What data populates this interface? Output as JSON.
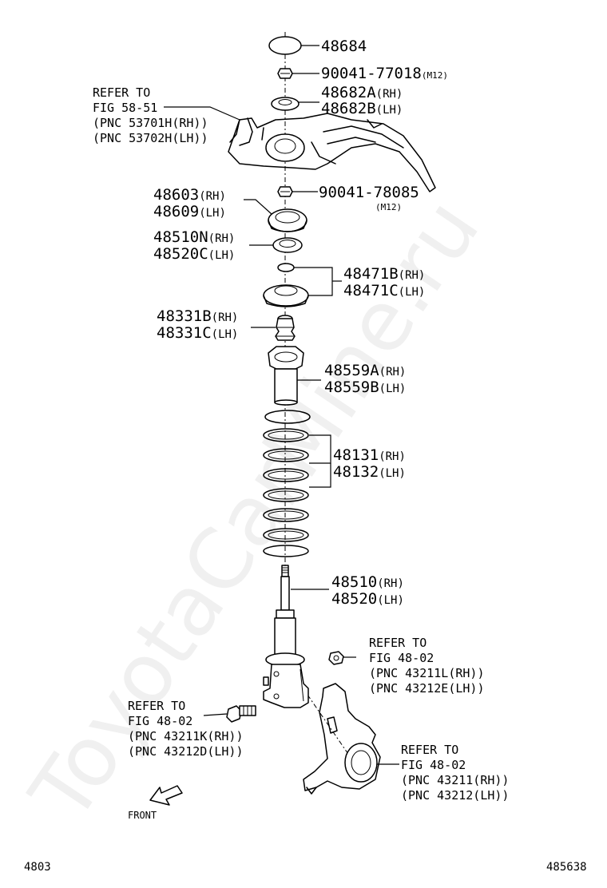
{
  "watermark": "ToyotaCarMine.ru",
  "parts": {
    "p48684": "48684",
    "p90041_77018": "90041-77018",
    "p90041_77018_size": "(M12)",
    "p48682A": "48682A",
    "p48682A_side": "(RH)",
    "p48682B": "48682B",
    "p48682B_side": "(LH)",
    "refer_top_1": "REFER TO",
    "refer_top_2": "FIG 58-51",
    "refer_top_3": "(PNC 53701H(RH))",
    "refer_top_4": "(PNC 53702H(LH))",
    "p90041_78085": "90041-78085",
    "p90041_78085_size": "(M12)",
    "p48603": "48603",
    "p48603_side": "(RH)",
    "p48609": "48609",
    "p48609_side": "(LH)",
    "p48510N": "48510N",
    "p48510N_side": "(RH)",
    "p48520C": "48520C",
    "p48520C_side": "(LH)",
    "p48471B": "48471B",
    "p48471B_side": "(RH)",
    "p48471C": "48471C",
    "p48471C_side": "(LH)",
    "p48331B": "48331B",
    "p48331B_side": "(RH)",
    "p48331C": "48331C",
    "p48331C_side": "(LH)",
    "p48559A": "48559A",
    "p48559A_side": "(RH)",
    "p48559B": "48559B",
    "p48559B_side": "(LH)",
    "p48131": "48131",
    "p48131_side": "(RH)",
    "p48132": "48132",
    "p48132_side": "(LH)",
    "p48510": "48510",
    "p48510_side": "(RH)",
    "p48520": "48520",
    "p48520_side": "(LH)",
    "refer_nut_1": "REFER TO",
    "refer_nut_2": "FIG 48-02",
    "refer_nut_3": "(PNC 43211L(RH))",
    "refer_nut_4": "(PNC 43212E(LH))",
    "refer_bolt_1": "REFER TO",
    "refer_bolt_2": "FIG 48-02",
    "refer_bolt_3": "(PNC 43211K(RH))",
    "refer_bolt_4": "(PNC 43212D(LH))",
    "refer_knuckle_1": "REFER TO",
    "refer_knuckle_2": "FIG 48-02",
    "refer_knuckle_3": "(PNC 43211(RH))",
    "refer_knuckle_4": "(PNC 43212(LH))",
    "front": "FRONT"
  },
  "footer": {
    "left": "4803",
    "right": "485638"
  }
}
